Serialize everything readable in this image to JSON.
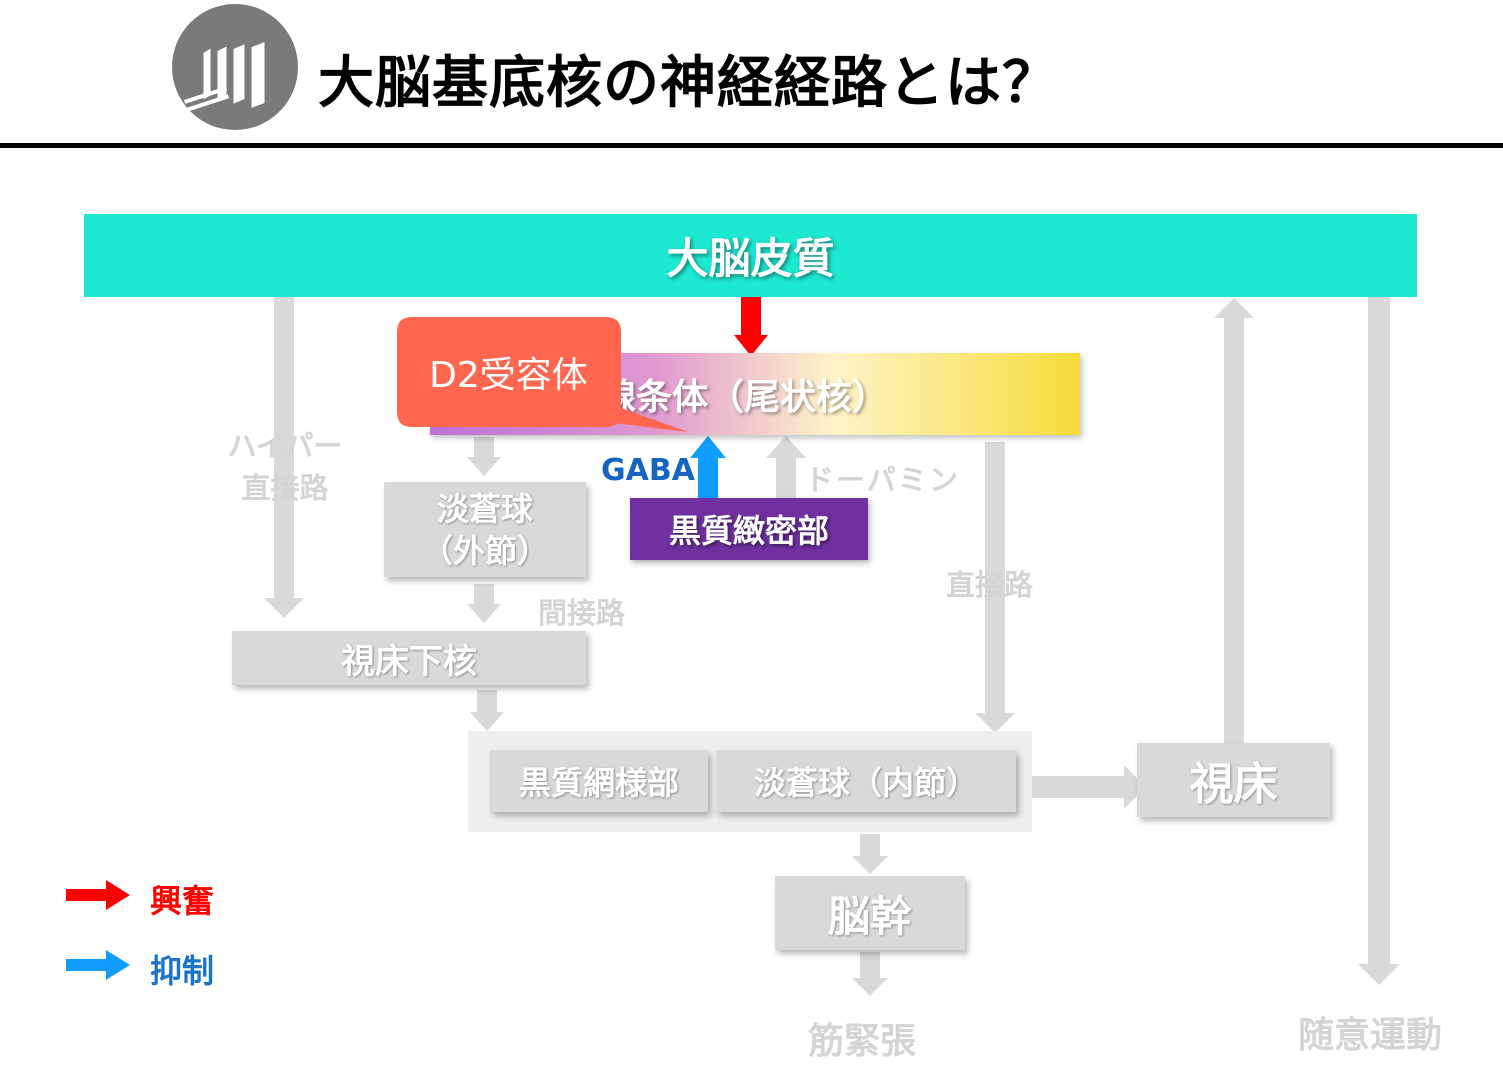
{
  "header": {
    "title": "大脳基底核の神経経路とは？",
    "logo_icon": "folded-paper-logo-icon"
  },
  "diagram": {
    "cortex": "大脳皮質",
    "striatum": "線条体（尾状核）",
    "d2_callout": "D2受容体",
    "gpe_line1": "淡蒼球",
    "gpe_line2": "（外節）",
    "stn": "視床下核",
    "snr": "黒質網様部",
    "gpi": "淡蒼球（内節）",
    "thalamus": "視床",
    "brainstem": "脳幹",
    "snc": "黒質緻密部",
    "hyperdirect_line1": "ハイパー",
    "hyperdirect_line2": "直接路",
    "indirect_path": "間接路",
    "direct_path": "直接路",
    "dopamine": "ドーパミン",
    "gaba": "GABA",
    "muscle_tone": "筋緊張",
    "voluntary_movement": "随意運動"
  },
  "legend": {
    "excitation": "興奮",
    "inhibition": "抑制"
  },
  "colors": {
    "cortex": "#1de9d2",
    "snc": "#7030a0",
    "callout": "#ff6650",
    "excitation": "#ff0000",
    "inhibition": "#0f9dff",
    "faded_arrow": "#d9d9d9"
  }
}
